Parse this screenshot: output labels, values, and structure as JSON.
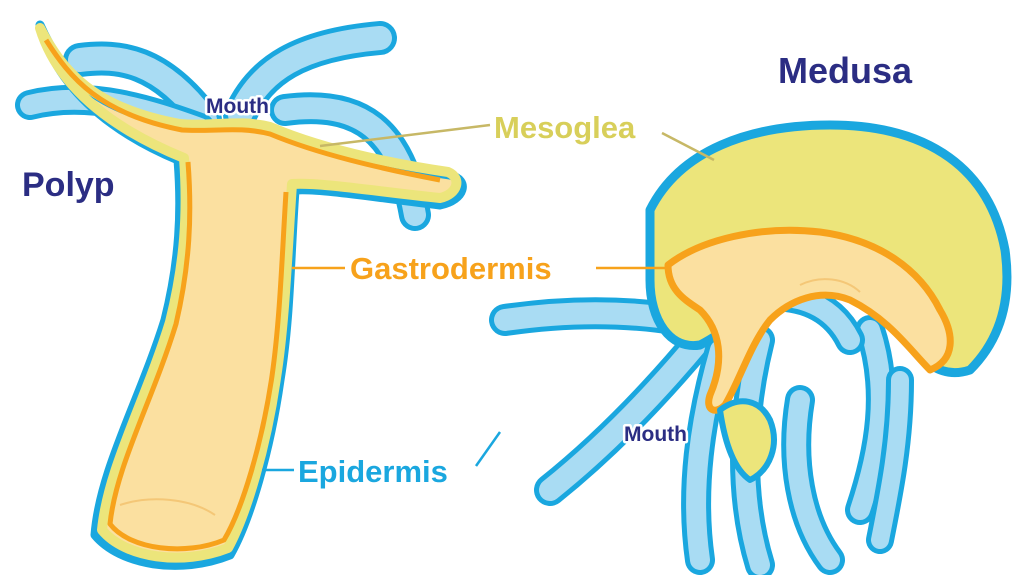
{
  "organisms": {
    "polyp_title": "Polyp",
    "medusa_title": "Medusa"
  },
  "labels": {
    "mouth_polyp": "Mouth",
    "mouth_medusa": "Mouth",
    "mesoglea": "Mesoglea",
    "gastrodermis": "Gastrodermis",
    "epidermis": "Epidermis"
  },
  "colors": {
    "epidermis": "#1aa7df",
    "epidermis_fill": "#a9dcf3",
    "mesoglea": "#ece57b",
    "gastrodermis": "#f7a21b",
    "gastrodermis_fill": "#fbe0a0",
    "title": "#2b2d83",
    "mesoglea_text": "#d8cf5a",
    "line_mesoglea": "#c7b866"
  }
}
